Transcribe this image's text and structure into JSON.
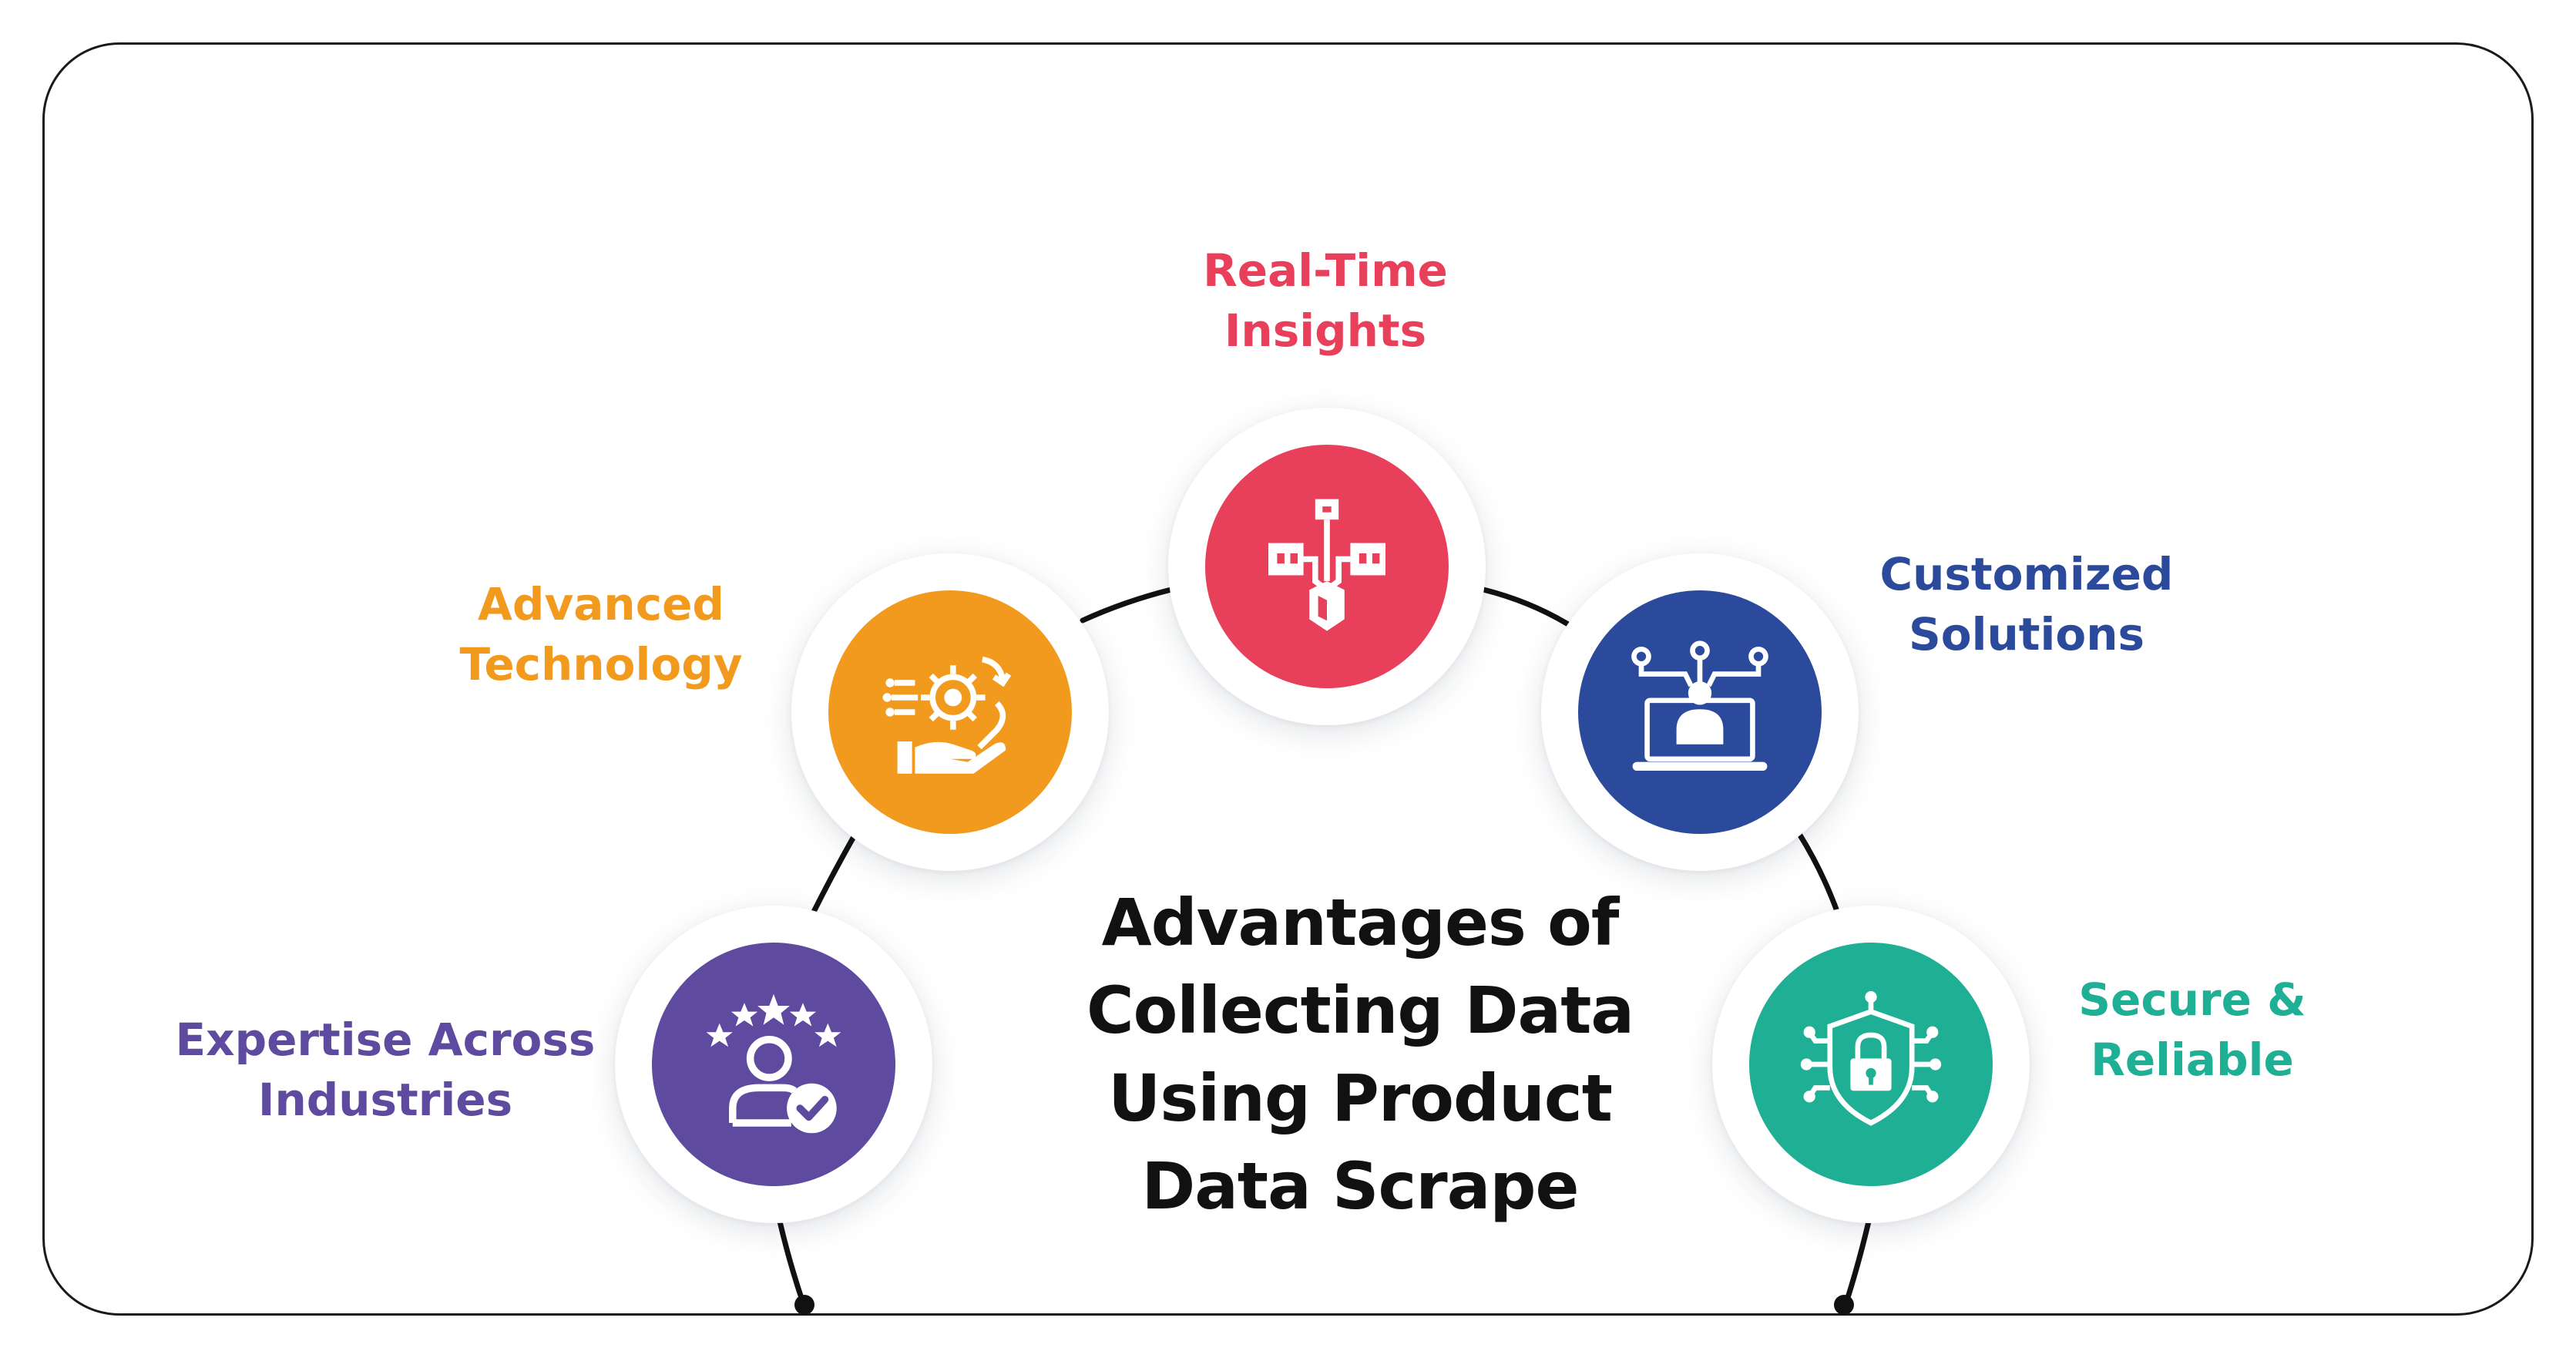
{
  "title": {
    "lines": [
      "Advantages of",
      "Collecting Data",
      "Using Product",
      "Data Scrape"
    ]
  },
  "nodes": [
    {
      "id": "realtime",
      "label_lines": [
        "Real-Time",
        "Insights"
      ],
      "color": "#E8405A",
      "icon": "data-flow-icon"
    },
    {
      "id": "custom",
      "label_lines": [
        "Customized",
        "Solutions"
      ],
      "color": "#2B4A9B",
      "icon": "laptop-network-icon"
    },
    {
      "id": "secure",
      "label_lines": [
        "Secure &",
        "Reliable"
      ],
      "color": "#1FAF94",
      "icon": "shield-lock-icon"
    },
    {
      "id": "technology",
      "label_lines": [
        "Advanced",
        "Technology"
      ],
      "color": "#F29A1E",
      "icon": "gear-hand-icon"
    },
    {
      "id": "expertise",
      "label_lines": [
        "Expertise Across",
        "Industries"
      ],
      "color": "#5E4A9E",
      "icon": "user-rating-icon"
    }
  ]
}
